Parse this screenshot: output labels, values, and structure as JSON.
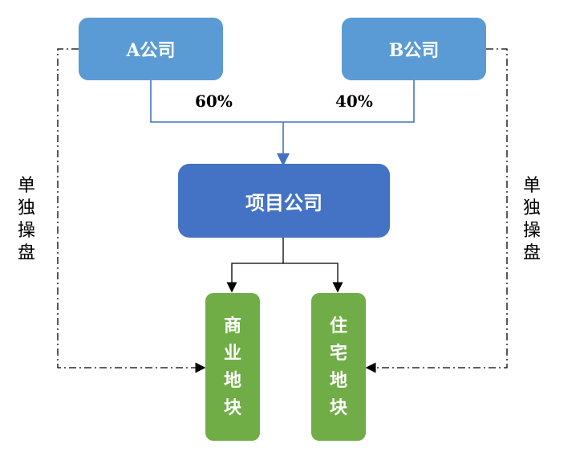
{
  "nodes": {
    "company_a": "A公司",
    "company_b": "B公司",
    "project_company": "项目公司",
    "commercial_plot": [
      "商",
      "业",
      "地",
      "块"
    ],
    "residential_plot": [
      "住",
      "宅",
      "地",
      "块"
    ]
  },
  "edges": {
    "a_share": "60%",
    "b_share": "40%"
  },
  "side_labels": {
    "left": [
      "单",
      "独",
      "操",
      "盘"
    ],
    "right": [
      "单",
      "独",
      "操",
      "盘"
    ]
  },
  "colors": {
    "company_box": "#5b9bd5",
    "project_box": "#4472c4",
    "plot_box": "#70ad47",
    "connector": "#4472c4",
    "dashed": "#000000"
  }
}
